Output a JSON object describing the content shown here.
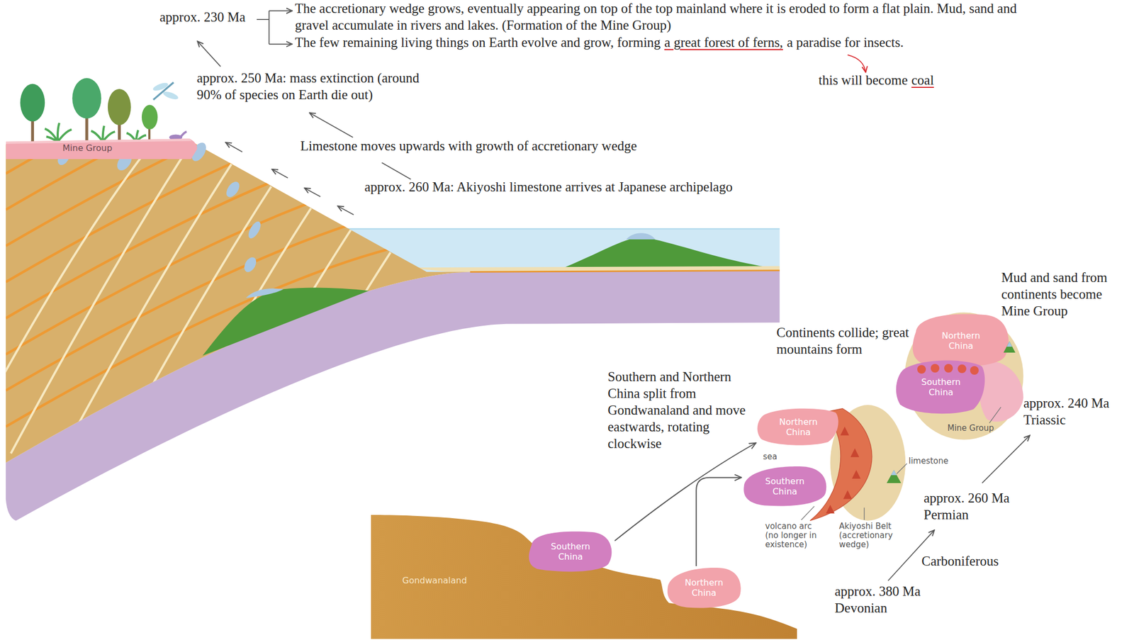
{
  "diagram": {
    "nodes": [
      {
        "text": [
          "Gondwanaland"
        ]
      },
      {
        "text": [
          "Southern China"
        ]
      },
      {
        "text": [
          "Northern China"
        ]
      },
      {
        "text": [
          "Northern China"
        ]
      },
      {
        "text": [
          "Southern China"
        ]
      },
      {
        "text": [
          "Northern China"
        ]
      },
      {
        "text": [
          "Southern China"
        ]
      },
      {
        "text": [
          "Mine Group"
        ]
      }
    ],
    "edges": [
      {
        "from": 1,
        "to": 3,
        "arrow": "to"
      },
      {
        "from": 2,
        "to": 4,
        "arrow": "to"
      }
    ],
    "labels": [
      "approx. 230 Ma",
      "The accretionary wedge grows, eventually appearing on top of the top mainland where it is eroded to form a flat plain. Mud, sand and gravel accumulate in rivers and lakes. (Formation of the Mine Group)",
      "The few remaining living things on Earth evolve and grow, forming",
      "a great forest of ferns,",
      "a paradise for insects.",
      "this will become",
      "coal",
      "approx. 250 Ma: mass extinction (around 90% of species on Earth die out)",
      "Limestone moves upwards with growth of accretionary wedge",
      "approx. 260 Ma: Akiyoshi limestone arrives at Japanese archipelago",
      "Southern and Northern China split from Gondwanaland and move eastwards, rotating clockwise",
      "sea",
      "volcano arc (no longer in existence)",
      "Akiyoshi Belt (accretionary wedge)",
      "limestone",
      "Continents collide; great mountains form",
      "Mud and sand from continents become Mine Group",
      "Mine Group",
      "approx. 240 Ma Triassic",
      "approx. 260 Ma Permian",
      "Carboniferous",
      "approx. 380 Ma Devonian"
    ]
  }
}
